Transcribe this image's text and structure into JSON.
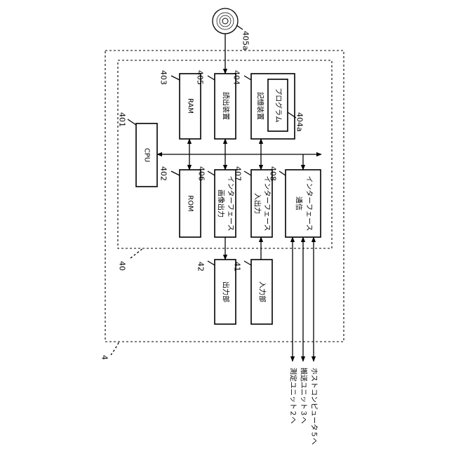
{
  "labels": {
    "cpu": "CPU",
    "ram": "RAM",
    "rom": "ROM",
    "reader": "読出装置",
    "storage": "記憶装置",
    "program": "プログラム",
    "image_out_1": "画像出力",
    "image_out_2": "インターフェース",
    "io_1": "入出力",
    "io_2": "インターフェース",
    "comm_1": "通信",
    "comm_2": "インターフェース",
    "output_unit": "出力部",
    "input_unit": "入力部",
    "dest_measure": "測定ユニット２へ",
    "dest_transport": "搬送ユニット３へ",
    "dest_host": "ホストコンピュータ５へ"
  },
  "refs": {
    "r4": "4",
    "r40": "40",
    "r41": "41",
    "r42": "42",
    "r401": "401",
    "r402": "402",
    "r403": "403",
    "r404": "404",
    "r404a": "404a",
    "r405": "405",
    "r405a": "405a",
    "r406": "406",
    "r407": "407",
    "r408": "408"
  }
}
